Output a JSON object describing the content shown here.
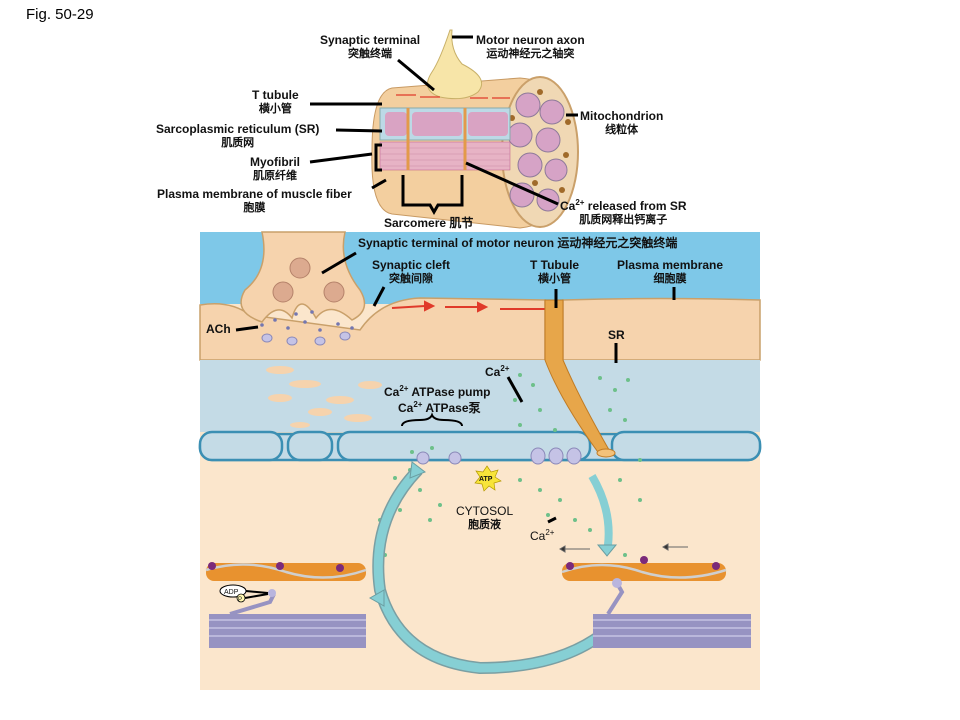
{
  "figure": {
    "label": "Fig. 50-29"
  },
  "top_panel": {
    "labels": {
      "synaptic_terminal": {
        "en": "Synaptic terminal",
        "zh": "突触终端"
      },
      "motor_neuron_axon": {
        "en": "Motor  neuron axon",
        "zh": "运动神经元之轴突"
      },
      "t_tubule": {
        "en": "T tubule",
        "zh": "横小管"
      },
      "sarcoplasmic_reticulum": {
        "en": "Sarcoplasmic reticulum (SR)",
        "zh": "肌质网"
      },
      "myofibril": {
        "en": "Myofibril",
        "zh": "肌原纤维"
      },
      "plasma_membrane_fiber": {
        "en": "Plasma membrane of muscle fiber",
        "zh": "胞膜"
      },
      "mitochondrion": {
        "en": "Mitochondrion",
        "zh": "线粒体"
      },
      "ca_released": {
        "en_pre": "Ca",
        "sup": "2+",
        "en_post": " released from SR",
        "zh": "肌质网释出钙离子"
      },
      "sarcomere": {
        "en": "Sarcomere 肌节"
      }
    }
  },
  "bottom_panel": {
    "labels": {
      "synaptic_terminal_motor": {
        "en": "Synaptic terminal of motor neuron 运动神经元之突触终端"
      },
      "synaptic_cleft": {
        "en": "Synaptic cleft",
        "zh": "突触间隙"
      },
      "t_tubule": {
        "en": "T Tubule",
        "zh": "横小管"
      },
      "plasma_membrane": {
        "en": "Plasma membrane",
        "zh": "细胞膜"
      },
      "ach": {
        "en": "ACh"
      },
      "sr": {
        "en": "SR"
      },
      "ca_sr": {
        "pre": "Ca",
        "sup": "2+"
      },
      "atpase_pump": {
        "pre": "Ca",
        "sup": "2+",
        "post": " ATPase pump"
      },
      "atpase_pump_zh": {
        "pre": "Ca",
        "sup": "2+",
        "post": " ATPase泵"
      },
      "atp": {
        "en": "ATP"
      },
      "cytosol": {
        "en": "CYTOSOL",
        "zh": "胞质液"
      },
      "ca_cytosol": {
        "pre": "Ca",
        "sup": "2+"
      },
      "adp": {
        "en": "ADP"
      },
      "pi": {
        "en": "P"
      }
    }
  },
  "colors": {
    "extracellular": "#7ec8e8",
    "cell": "#f6d3ad",
    "sr": "#c4dbe6",
    "ttubule": "#e7a64a",
    "calcium": "#6dc08a",
    "arrow_cycle": "#86cfd4",
    "signal_arrow": "#e03a2a",
    "myosin": "#8f8ab8",
    "actin": "#e8922f",
    "troponin": "#7b2a7a"
  }
}
